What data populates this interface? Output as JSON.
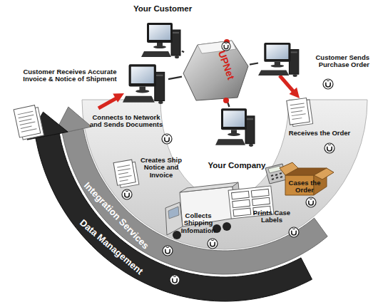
{
  "diagram": {
    "nodes": [
      {
        "text": [
          "Your Customer"
        ]
      },
      {
        "text": [
          "Customer Sends Purchase Order"
        ]
      },
      {
        "text": [
          "Customer Receives Accurate Invoice & Notice of Shipment"
        ]
      },
      {
        "text": [
          "UPNet"
        ]
      },
      {
        "text": [
          "Your Company"
        ]
      },
      {
        "text": [
          "Integration Services"
        ]
      },
      {
        "text": [
          "Data Management"
        ]
      }
    ],
    "edges": [
      {
        "from": 3,
        "to": 0,
        "arrow": "none"
      },
      {
        "from": 3,
        "to": 1,
        "arrow": "none"
      },
      {
        "from": 3,
        "to": 2,
        "arrow": "none"
      },
      {
        "from": 3,
        "to": 4,
        "arrow": "none"
      }
    ],
    "labels": [
      "Connects to Network and Sends Documents",
      "Receives the Order",
      "Creates Ship Notice and Invoice",
      "Cases the Order",
      "Prints Case Labels",
      "Collects Shipping Infomation"
    ]
  }
}
